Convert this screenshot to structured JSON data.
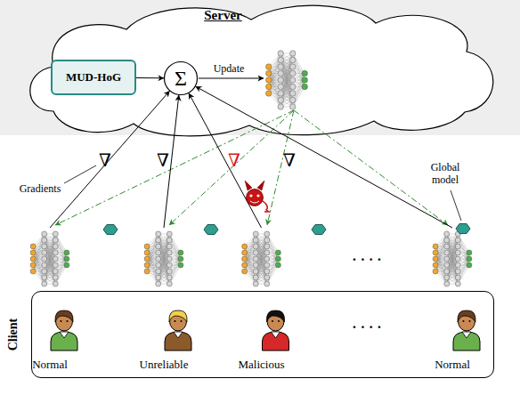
{
  "diagram": {
    "nodes": [
      {
        "text": [
          "Server"
        ]
      },
      {
        "text": [
          "MUD-HoG"
        ],
        "in": 0
      },
      {
        "text": [
          "Σ"
        ],
        "in": 0
      },
      {
        "text": [
          "Client"
        ]
      },
      {
        "text": [
          "Normal"
        ],
        "in": 3
      },
      {
        "text": [
          "Unreliable"
        ],
        "in": 3
      },
      {
        "text": [
          "Malicious"
        ],
        "in": 3
      },
      {
        "text": [
          "Normal"
        ],
        "in": 3
      }
    ],
    "edges": [
      {
        "from": 1,
        "to": 2,
        "arrow": "to"
      },
      {
        "from": 4,
        "to": 2,
        "arrow": "to"
      },
      {
        "from": 5,
        "to": 2,
        "arrow": "to"
      },
      {
        "from": 6,
        "to": 2,
        "arrow": "to"
      },
      {
        "from": 7,
        "to": 2,
        "arrow": "to"
      }
    ],
    "labels": [
      "Update",
      "Gradients",
      "Global model",
      "∇",
      "∇",
      "∇",
      "∇",
      "· · · ·",
      "· · · ·"
    ]
  }
}
